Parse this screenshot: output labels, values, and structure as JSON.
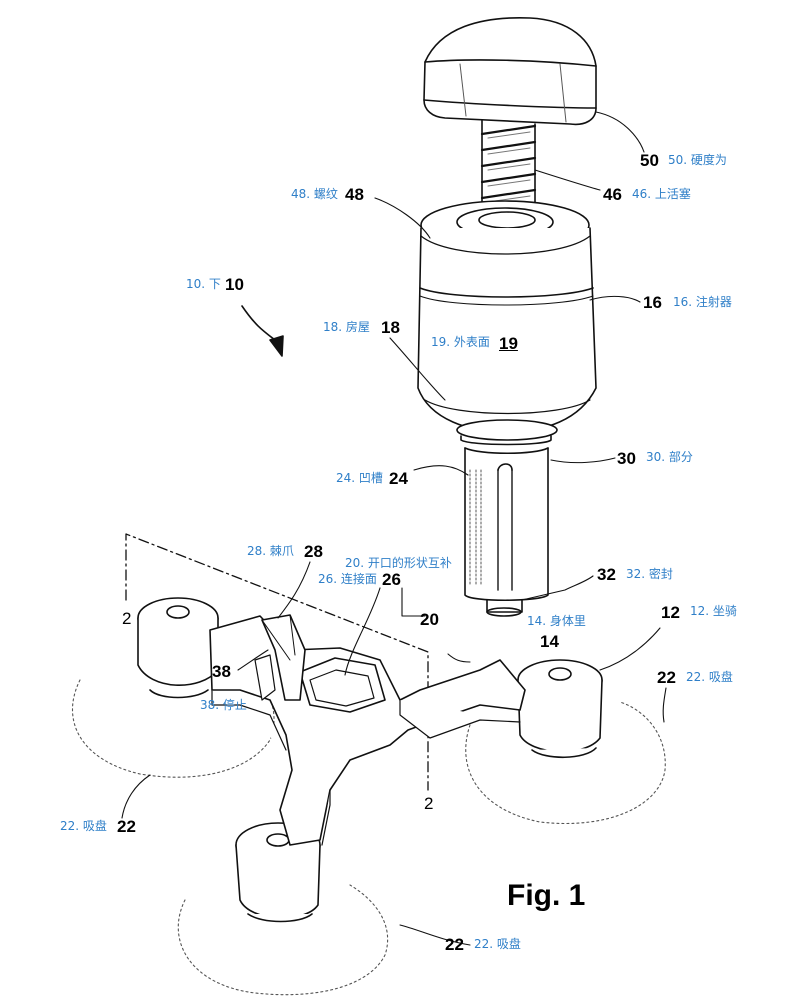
{
  "figure": {
    "title": "Fig. 1"
  },
  "section_marks": [
    "2",
    "2"
  ],
  "callouts": [
    {
      "id": "c50",
      "number": "50",
      "label": "50. 硬度为"
    },
    {
      "id": "c46",
      "number": "46",
      "label": "46. 上活塞"
    },
    {
      "id": "c48",
      "number": "48",
      "label": "48. 螺纹"
    },
    {
      "id": "c10",
      "number": "10",
      "label": "10. 下"
    },
    {
      "id": "c16",
      "number": "16",
      "label": "16. 注射器"
    },
    {
      "id": "c18",
      "number": "18",
      "label": "18. 房屋"
    },
    {
      "id": "c19",
      "number": "19",
      "label": "19. 外表面"
    },
    {
      "id": "c30",
      "number": "30",
      "label": "30. 部分"
    },
    {
      "id": "c24",
      "number": "24",
      "label": "24. 凹槽"
    },
    {
      "id": "c28",
      "number": "28",
      "label": "28. 棘爪"
    },
    {
      "id": "c20",
      "number": "20",
      "label": "20. 开口的形状互补"
    },
    {
      "id": "c26",
      "number": "26",
      "label": "26. 连接面"
    },
    {
      "id": "c32",
      "number": "32",
      "label": "32. 密封"
    },
    {
      "id": "c14",
      "number": "14",
      "label": "14. 身体里"
    },
    {
      "id": "c12",
      "number": "12",
      "label": "12. 坐骑"
    },
    {
      "id": "c22a",
      "number": "22",
      "label": "22. 吸盘"
    },
    {
      "id": "c38",
      "number": "38",
      "label": "38. 停止"
    },
    {
      "id": "c22b",
      "number": "22",
      "label": "22. 吸盘"
    },
    {
      "id": "c22c",
      "number": "22",
      "label": "22. 吸盘"
    }
  ]
}
